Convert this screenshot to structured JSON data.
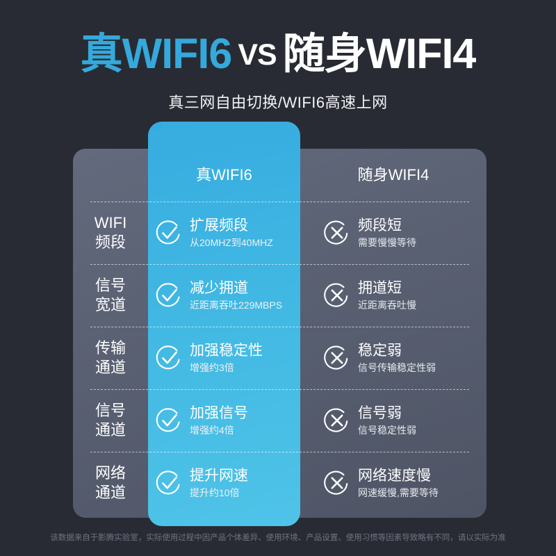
{
  "header": {
    "title_left": "真WIFI6",
    "title_vs": "VS",
    "title_right": "随身WIFI4",
    "subtitle": "真三网自由切换/WIFI6高速上网",
    "accent_color": "#35a9dc"
  },
  "table": {
    "columns": [
      {
        "label": ""
      },
      {
        "label": "真WIFI6",
        "highlight": true,
        "bg_color": "#42b9e3"
      },
      {
        "label": "随身WIFI4",
        "highlight": false,
        "bg_color": "#5b6274"
      }
    ],
    "rows": [
      {
        "label_line1": "WIFI",
        "label_line2": "频段",
        "pro": {
          "icon": "check-circle-icon",
          "title": "扩展频段",
          "sub": "从20MHZ到40MHZ"
        },
        "con": {
          "icon": "cross-circle-icon",
          "title": "频段短",
          "sub": "需要慢慢等待"
        }
      },
      {
        "label_line1": "信号",
        "label_line2": "宽道",
        "pro": {
          "icon": "check-circle-icon",
          "title": "减少拥道",
          "sub": "近距离吞吐229MBPS"
        },
        "con": {
          "icon": "cross-circle-icon",
          "title": "拥道短",
          "sub": "近距离吞吐慢"
        }
      },
      {
        "label_line1": "传输",
        "label_line2": "通道",
        "pro": {
          "icon": "check-circle-icon",
          "title": "加强稳定性",
          "sub": "增强约3倍"
        },
        "con": {
          "icon": "cross-circle-icon",
          "title": "稳定弱",
          "sub": "信号传输稳定性弱"
        }
      },
      {
        "label_line1": "信号",
        "label_line2": "通道",
        "pro": {
          "icon": "check-circle-icon",
          "title": "加强信号",
          "sub": "增强约4倍"
        },
        "con": {
          "icon": "cross-circle-icon",
          "title": "信号弱",
          "sub": "信号稳定性弱"
        }
      },
      {
        "label_line1": "网络",
        "label_line2": "通道",
        "pro": {
          "icon": "check-circle-icon",
          "title": "提升网速",
          "sub": "提升约10倍"
        },
        "con": {
          "icon": "cross-circle-icon",
          "title": "网络速度慢",
          "sub": "网速缓慢,需要等待"
        }
      }
    ]
  },
  "footer": {
    "disclaimer": "该数据来自于影腾实验室，实际使用过程中因产品个体差异、使用环境、产品设置、使用习惯等因素导致略有不同，请以实际为准"
  }
}
